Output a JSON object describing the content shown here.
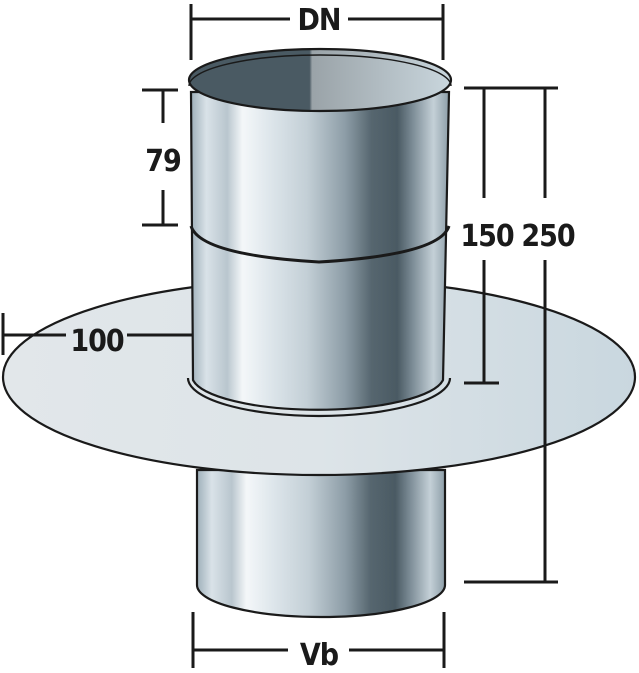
{
  "diagram": {
    "subject": "chimney pipe with roof flange collar",
    "colors": {
      "flange_fill": "#d3dde3",
      "pipe_dark": "#4a5a63",
      "pipe_mid": "#a9b6be",
      "pipe_light": "#eef2f5",
      "outline": "#1a1a1a"
    },
    "dimensions": {
      "top_diameter": "DN",
      "bottom_diameter": "Vb",
      "upper_sleeve_height": "79",
      "flange_overhang": "100",
      "pipe_height_above_flange": "150",
      "total_height": "250"
    }
  }
}
